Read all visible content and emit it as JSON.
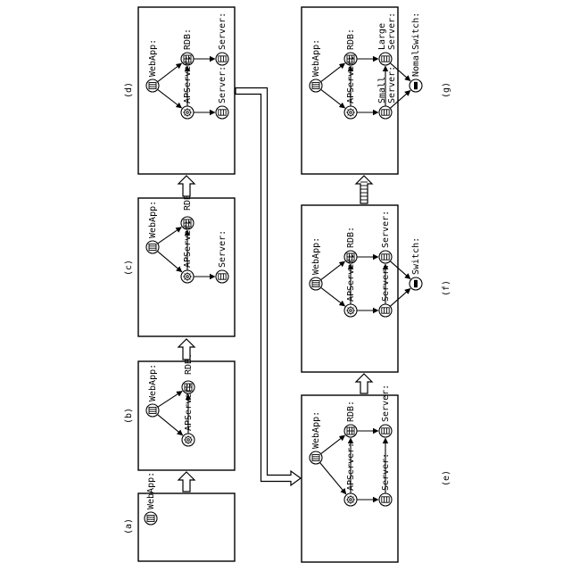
{
  "figure": {
    "panels": [
      {
        "id": "a",
        "label": "(a)",
        "nodes": [
          {
            "id": "webapp",
            "type": "webapp",
            "label": "WebApp:"
          }
        ],
        "edges": []
      },
      {
        "id": "b",
        "label": "(b)",
        "nodes": [
          {
            "id": "webapp",
            "type": "webapp",
            "label": "WebApp:"
          },
          {
            "id": "rdb",
            "type": "rdb",
            "label": "RDB:"
          },
          {
            "id": "apserver",
            "type": "apserver",
            "label": "APServer:"
          }
        ],
        "edges": [
          [
            "webapp",
            "rdb"
          ],
          [
            "webapp",
            "apserver"
          ],
          [
            "apserver",
            "rdb"
          ]
        ]
      },
      {
        "id": "c",
        "label": "(c)",
        "nodes": [
          {
            "id": "webapp",
            "type": "webapp",
            "label": "WebApp:"
          },
          {
            "id": "rdb",
            "type": "rdb",
            "label": "RDB:"
          },
          {
            "id": "apserver",
            "type": "apserver",
            "label": "APServer:"
          },
          {
            "id": "server1",
            "type": "server",
            "label": "Server:"
          }
        ],
        "edges": [
          [
            "webapp",
            "rdb"
          ],
          [
            "webapp",
            "apserver"
          ],
          [
            "apserver",
            "rdb"
          ],
          [
            "apserver",
            "server1"
          ]
        ]
      },
      {
        "id": "d",
        "label": "(d)",
        "nodes": [
          {
            "id": "webapp",
            "type": "webapp",
            "label": "WebApp:"
          },
          {
            "id": "rdb",
            "type": "rdb",
            "label": "RDB:"
          },
          {
            "id": "apserver",
            "type": "apserver",
            "label": "APServer:"
          },
          {
            "id": "server1",
            "type": "server",
            "label": "Server:"
          },
          {
            "id": "server2",
            "type": "server",
            "label": "Server:"
          }
        ],
        "edges": [
          [
            "webapp",
            "rdb"
          ],
          [
            "webapp",
            "apserver"
          ],
          [
            "apserver",
            "rdb"
          ],
          [
            "apserver",
            "server1"
          ],
          [
            "rdb",
            "server2"
          ]
        ]
      },
      {
        "id": "e",
        "label": "(e)",
        "nodes": [
          {
            "id": "webapp",
            "type": "webapp",
            "label": "WebApp:"
          },
          {
            "id": "rdb",
            "type": "rdb",
            "label": "RDB:"
          },
          {
            "id": "apserver",
            "type": "apserver",
            "label": "APServer:"
          },
          {
            "id": "server1",
            "type": "server",
            "label": "Server:"
          },
          {
            "id": "server2",
            "type": "server",
            "label": "Server:"
          }
        ],
        "edges": [
          [
            "webapp",
            "rdb"
          ],
          [
            "webapp",
            "apserver"
          ],
          [
            "apserver",
            "rdb"
          ],
          [
            "apserver",
            "server1"
          ],
          [
            "rdb",
            "server2"
          ],
          [
            "server1",
            "server2"
          ]
        ]
      },
      {
        "id": "f",
        "label": "(f)",
        "nodes": [
          {
            "id": "webapp",
            "type": "webapp",
            "label": "WebApp:"
          },
          {
            "id": "rdb",
            "type": "rdb",
            "label": "RDB:"
          },
          {
            "id": "apserver",
            "type": "apserver",
            "label": "APServer:"
          },
          {
            "id": "server1",
            "type": "server",
            "label": "Server:"
          },
          {
            "id": "server2",
            "type": "server",
            "label": "Server:"
          },
          {
            "id": "switch",
            "type": "switch",
            "label": "Switch:"
          }
        ],
        "edges": [
          [
            "webapp",
            "rdb"
          ],
          [
            "webapp",
            "apserver"
          ],
          [
            "apserver",
            "rdb"
          ],
          [
            "apserver",
            "server1"
          ],
          [
            "rdb",
            "server2"
          ],
          [
            "server1",
            "server2"
          ],
          [
            "server1",
            "switch"
          ],
          [
            "server2",
            "switch"
          ]
        ]
      },
      {
        "id": "g",
        "label": "(g)",
        "nodes": [
          {
            "id": "webapp",
            "type": "webapp",
            "label": "WebApp:"
          },
          {
            "id": "rdb",
            "type": "rdb",
            "label": "RDB:"
          },
          {
            "id": "apserver",
            "type": "apserver",
            "label": "APServer:"
          },
          {
            "id": "server1",
            "type": "server",
            "label": "Small Server:"
          },
          {
            "id": "server2",
            "type": "server",
            "label": "Large Server:"
          },
          {
            "id": "switch",
            "type": "switch",
            "label": "NomalSwitch:"
          }
        ],
        "edges": [
          [
            "webapp",
            "rdb"
          ],
          [
            "webapp",
            "apserver"
          ],
          [
            "apserver",
            "rdb"
          ],
          [
            "apserver",
            "server1"
          ],
          [
            "rdb",
            "server2"
          ],
          [
            "server1",
            "server2"
          ],
          [
            "server1",
            "switch"
          ],
          [
            "server2",
            "switch"
          ]
        ]
      }
    ],
    "transitions": [
      [
        "a",
        "b"
      ],
      [
        "b",
        "c"
      ],
      [
        "c",
        "d"
      ],
      [
        "d",
        "e"
      ],
      [
        "e",
        "f"
      ],
      [
        "f",
        "g"
      ]
    ]
  }
}
